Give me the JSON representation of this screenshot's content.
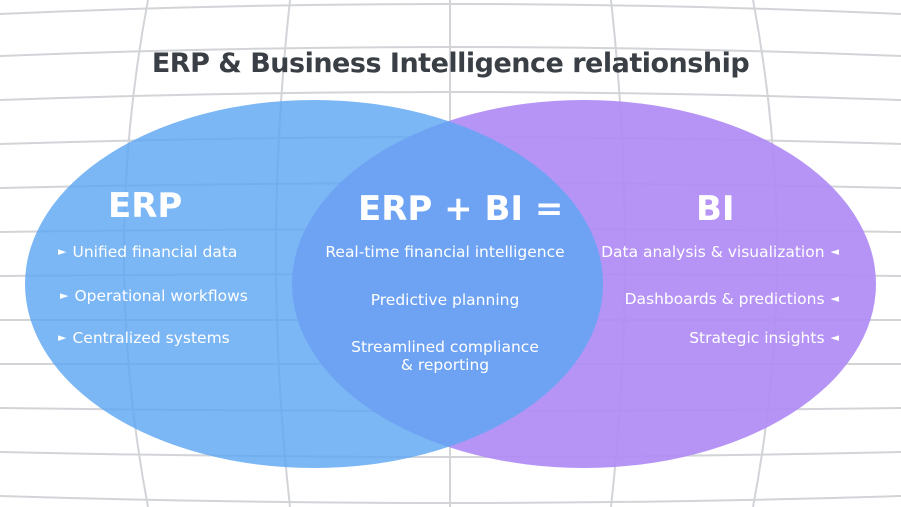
{
  "title": "ERP & Business Intelligence relationship",
  "erp": {
    "heading": "ERP",
    "items": [
      "Unified financial data",
      "Operational workflows",
      "Centralized systems"
    ],
    "color": "#6aaaf2"
  },
  "bi": {
    "heading": "BI",
    "items": [
      "Data analysis & visualization",
      "Dashboards & predictions",
      "Strategic insights"
    ],
    "color": "#b08cf5"
  },
  "overlap": {
    "heading": "ERP + BI =",
    "items": [
      "Real-time financial intelligence",
      "Predictive planning",
      "Streamlined compliance",
      "& reporting"
    ],
    "color": "#7a9cf2"
  },
  "icons": {
    "erp_bullet": "right-triangle-icon",
    "bi_bullet": "left-triangle-icon",
    "erp_bullet_char": "►",
    "bi_bullet_char": "◄"
  }
}
